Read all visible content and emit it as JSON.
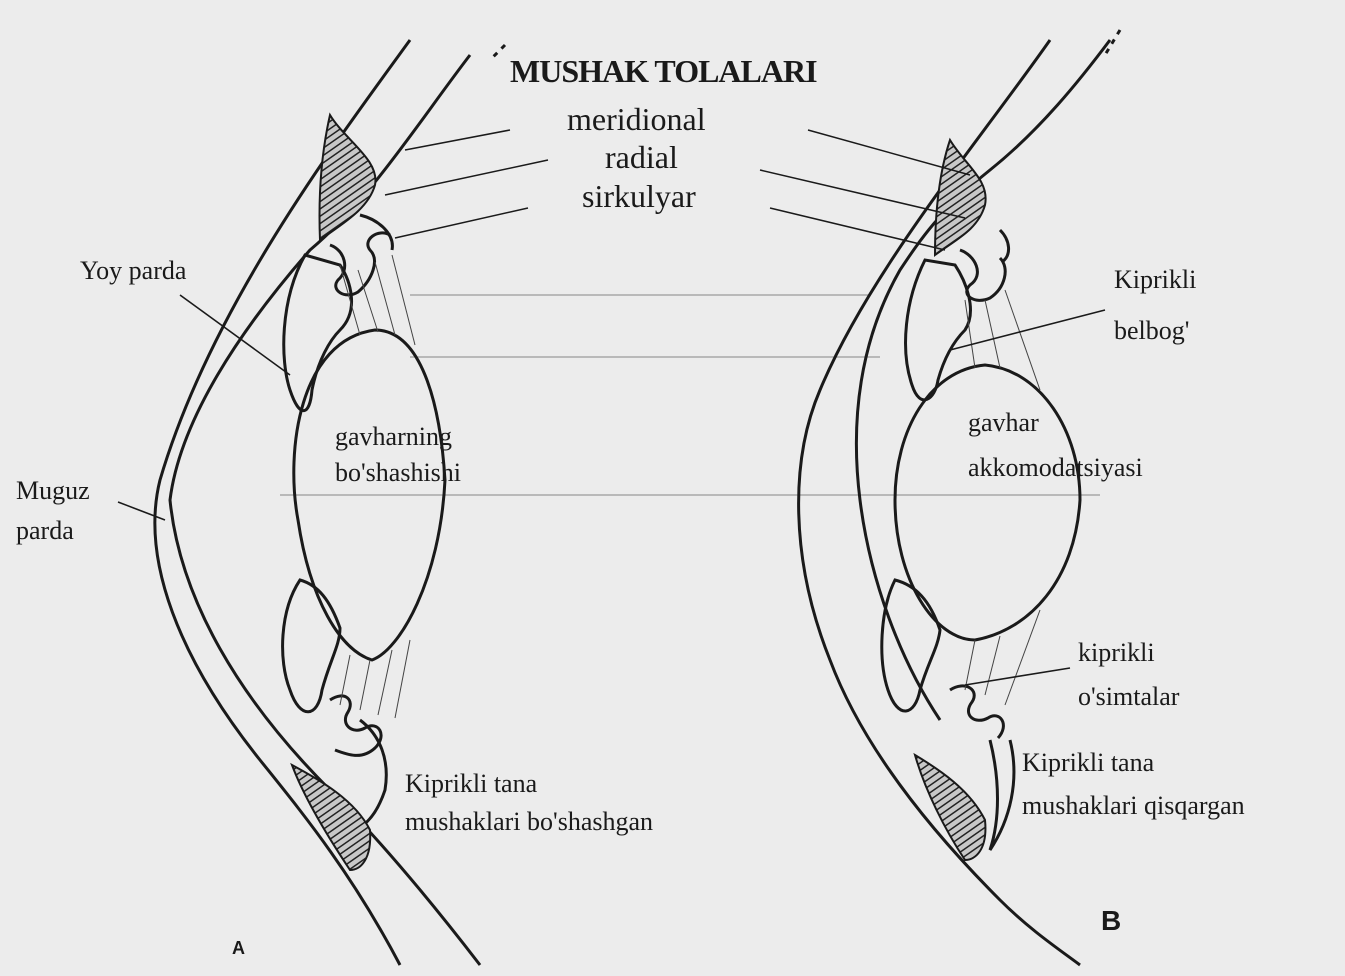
{
  "header": {
    "title": "MUSHAK TOLALARI",
    "fibers": [
      "meridional",
      "radial",
      "sirkulyar"
    ]
  },
  "left_panel": {
    "letter": "A",
    "iris": "Yoy parda",
    "cornea": [
      "Muguz",
      "parda"
    ],
    "lens_state": [
      "gavharning",
      "bo'shashishi"
    ],
    "ciliary_body": [
      "Kiprikli tana",
      "mushaklari bo'shashgan"
    ]
  },
  "right_panel": {
    "letter": "B",
    "zonule": [
      "Kiprikli",
      "belbog'"
    ],
    "lens_state": [
      "gavhar",
      "akkomodatsiyasi"
    ],
    "processes": [
      "kiprikli",
      "o'simtalar"
    ],
    "ciliary_body": [
      "Kiprikli tana",
      "mushaklari qisqargan"
    ]
  },
  "colors": {
    "background": "#ececec",
    "ink": "#1a1a1a",
    "guide": "#9a9a9a"
  }
}
